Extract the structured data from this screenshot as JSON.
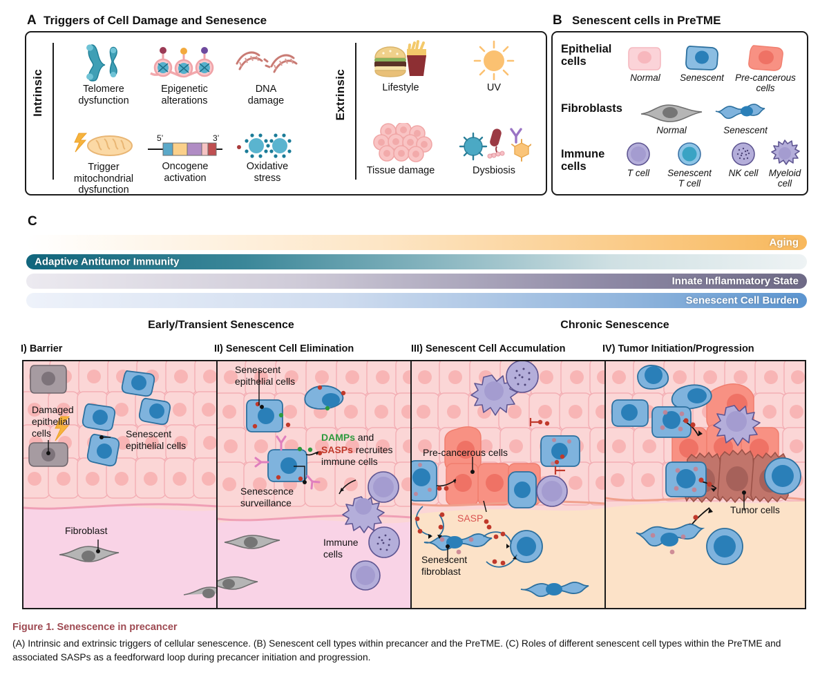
{
  "panelA": {
    "letter": "A",
    "title": "Triggers of Cell Damage and Senesence",
    "groups": [
      {
        "label": "Intrinsic",
        "items": [
          {
            "icon": "chromosome-icon",
            "caption": "Telomere\ndysfunction"
          },
          {
            "icon": "nucleosome-icon",
            "caption": "Epigenetic\nalterations"
          },
          {
            "icon": "broken-dna-icon",
            "caption": "DNA\ndamage"
          },
          {
            "icon": "mitochondria-icon",
            "caption": "Trigger\nmitochondrial\ndysfunction"
          },
          {
            "icon": "gene-construct-icon",
            "caption": "Oncogene\nactivation",
            "marks": [
              "5'",
              "3'"
            ]
          },
          {
            "icon": "ros-icon",
            "caption": "Oxidative\nstress"
          }
        ]
      },
      {
        "label": "Extrinsic",
        "items": [
          {
            "icon": "burger-fries-icon",
            "caption": "Lifestyle"
          },
          {
            "icon": "sun-icon",
            "caption": "UV"
          },
          {
            "icon": "tissue-cluster-icon",
            "caption": "Tissue damage"
          },
          {
            "icon": "microbes-icon",
            "caption": "Dysbiosis"
          }
        ]
      }
    ]
  },
  "panelB": {
    "letter": "B",
    "title": "Senescent cells in PreTME",
    "rows": [
      {
        "label": "Epithelial\ncells",
        "items": [
          {
            "icon": "normal-epithelial-cell-icon",
            "caption": "Normal"
          },
          {
            "icon": "senescent-epithelial-cell-icon",
            "caption": "Senescent"
          },
          {
            "icon": "precancerous-cell-icon",
            "caption": "Pre-cancerous\ncells"
          }
        ]
      },
      {
        "label": "Fibroblasts",
        "items": [
          {
            "icon": "normal-fibroblast-icon",
            "caption": "Normal"
          },
          {
            "icon": "senescent-fibroblast-icon",
            "caption": "Senescent"
          }
        ]
      },
      {
        "label": "Immune\ncells",
        "items": [
          {
            "icon": "t-cell-icon",
            "caption": "T cell"
          },
          {
            "icon": "senescent-t-cell-icon",
            "caption": "Senescent\nT cell"
          },
          {
            "icon": "nk-cell-icon",
            "caption": "NK cell"
          },
          {
            "icon": "myeloid-cell-icon",
            "caption": "Myeloid\ncell"
          }
        ]
      }
    ]
  },
  "panelC": {
    "letter": "C",
    "bars": [
      {
        "label": "Aging",
        "align": "right",
        "from": "#ffffff",
        "to": "#f8b85c"
      },
      {
        "label": "Adaptive Antitumor Immunity",
        "align": "left",
        "from": "#11667d",
        "to": "#eef3f4"
      },
      {
        "label": "Innate Inflammatory State",
        "align": "right",
        "from": "#eceaf0",
        "to": "#6e6a86"
      },
      {
        "label": "Senescent Cell Burden",
        "align": "right",
        "from": "#eef2fa",
        "to": "#5b94cf"
      }
    ],
    "stages": [
      {
        "label": "Early/Transient Senescence"
      },
      {
        "label": "Chronic Senescence"
      }
    ],
    "scenes": [
      {
        "header": "I) Barrier",
        "annotations": [
          {
            "text": "Damaged\nepithelial\ncells",
            "name": "damaged-epithelial-cells-label"
          },
          {
            "text": "Senescent\nepithelial cells",
            "name": "senescent-epithelial-cells-label"
          },
          {
            "text": "Fibroblast",
            "name": "fibroblast-label"
          }
        ]
      },
      {
        "header": "II) Senescent Cell Elimination",
        "annotations": [
          {
            "text": "Senescent\nepithelial cells",
            "name": "senescent-epithelial-cells-label"
          },
          {
            "text": "DAMPs",
            "name": "damps-label",
            "color": "#2e9a3e"
          },
          {
            "text": "and",
            "name": "and-label"
          },
          {
            "text": "SASPs",
            "name": "sasps-label",
            "color": "#c0392b"
          },
          {
            "text": "recruites",
            "name": "recruites-label"
          },
          {
            "text": "immune cells",
            "name": "immune-cells-text-label"
          },
          {
            "text": "Senescence\nsurveillance",
            "name": "senescence-surveillance-label"
          },
          {
            "text": "Immune\ncells",
            "name": "immune-cells-label"
          }
        ]
      },
      {
        "header": "III) Senescent Cell Accumulation",
        "annotations": [
          {
            "text": "Pre-cancerous cells",
            "name": "pre-cancerous-cells-label"
          },
          {
            "text": "SASP",
            "name": "sasp-label",
            "color": "#d9534f"
          },
          {
            "text": "Senescent\nfibroblast",
            "name": "senescent-fibroblast-label"
          }
        ]
      },
      {
        "header": "IV) Tumor Initiation/Progression",
        "annotations": [
          {
            "text": "Tumor cells",
            "name": "tumor-cells-label"
          }
        ]
      }
    ]
  },
  "caption": {
    "title": "Figure 1.  Senescence in precancer",
    "body": "(A) Intrinsic and extrinsic triggers of cellular senescence. (B) Senescent cell types within precancer and the PreTME. (C) Roles of different senescent cell types within the PreTME and associated SASPs as a feedforward loop during precancer initiation and progression."
  },
  "colors": {
    "caption_title": "#9e4a52",
    "epithelial_pink": "#fbd6d6",
    "stroma_pink": "#f9d3e6",
    "stroma_peach": "#fce2c8",
    "senescent_blue": "#7fb3dd",
    "senescent_blue_nucleus": "#2a7fb8",
    "precancerous_red": "#f68b7d",
    "tumor_red": "#bf6157",
    "immune_purple": "#a9a2d0",
    "fibroblast_gray": "#a8a8a8",
    "damaged_gray": "#9a9096",
    "damps_green": "#2e9a3e",
    "sasps_red": "#c0392b"
  }
}
